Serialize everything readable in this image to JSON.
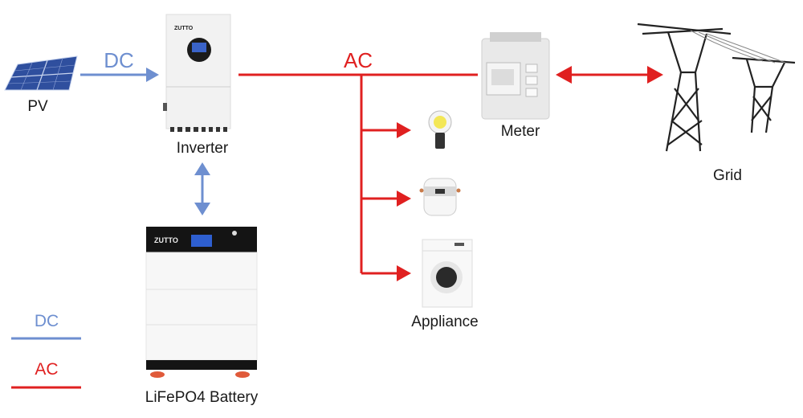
{
  "diagram": {
    "components": {
      "pv": {
        "label": "PV"
      },
      "inverter": {
        "label": "Inverter",
        "brand": "ZUTTO"
      },
      "battery": {
        "label": "LiFePO4 Battery",
        "brand": "ZUTTO"
      },
      "meter": {
        "label": "Meter"
      },
      "grid": {
        "label": "Grid"
      },
      "appliance": {
        "label": "Appliance",
        "items": [
          "light-bulb",
          "rice-cooker",
          "washing-machine"
        ]
      }
    },
    "flow_labels": {
      "dc": "DC",
      "ac": "AC"
    },
    "connections": [
      {
        "from": "pv",
        "to": "inverter",
        "type": "DC",
        "direction": "one-way"
      },
      {
        "from": "inverter",
        "to": "battery",
        "type": "DC",
        "direction": "two-way"
      },
      {
        "from": "inverter",
        "to": "meter",
        "type": "AC",
        "direction": "line"
      },
      {
        "from": "meter",
        "to": "grid",
        "type": "AC",
        "direction": "two-way"
      },
      {
        "from": "ac-bus",
        "to": "light-bulb",
        "type": "AC",
        "direction": "one-way"
      },
      {
        "from": "ac-bus",
        "to": "rice-cooker",
        "type": "AC",
        "direction": "one-way"
      },
      {
        "from": "ac-bus",
        "to": "washing-machine",
        "type": "AC",
        "direction": "one-way"
      }
    ],
    "legend": [
      {
        "label": "DC",
        "color": "#6e8fd0"
      },
      {
        "label": "AC",
        "color": "#e02020"
      }
    ],
    "colors": {
      "dc": "#6e8fd0",
      "ac": "#e02020"
    }
  }
}
